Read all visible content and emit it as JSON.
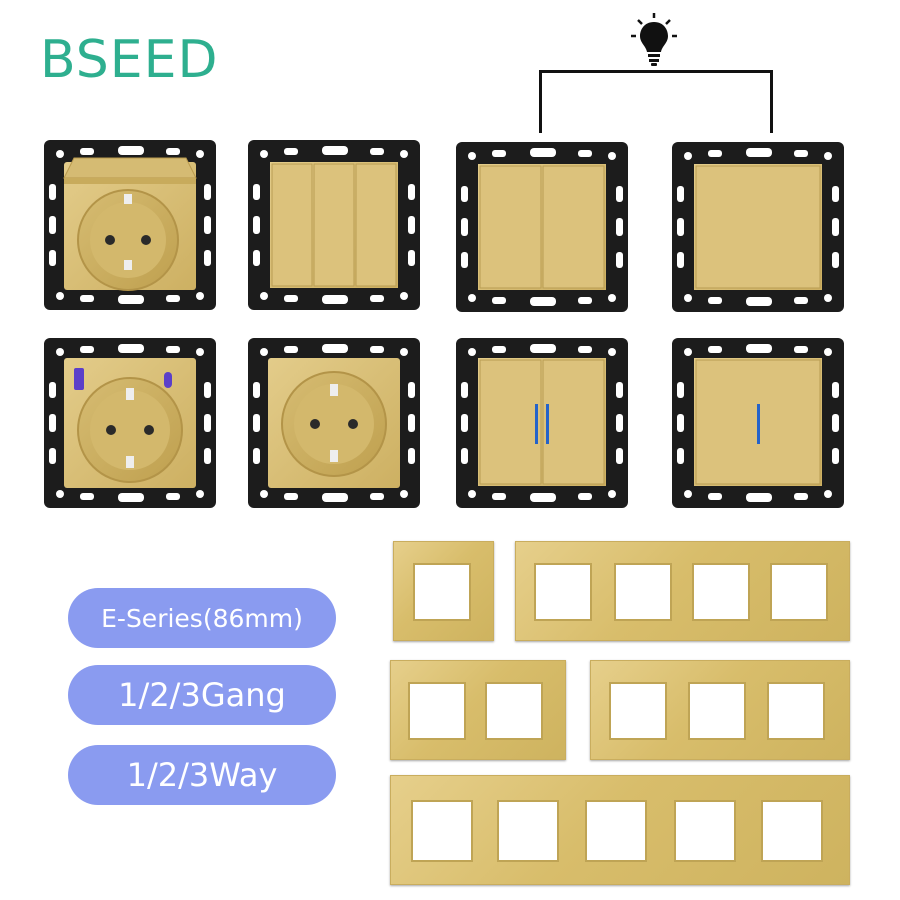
{
  "brand": {
    "name": "BSEED",
    "color": "#2eaf8f"
  },
  "tags": [
    {
      "label": "E-Series(86mm)"
    },
    {
      "label": "1/2/3Gang"
    },
    {
      "label": "1/2/3Way"
    }
  ],
  "colors": {
    "module_gold": "#d9c07a",
    "mount_frame": "#1c1c1c",
    "pill": "#8a9bf0",
    "indicator_blue": "#2563c9",
    "usb_a": "#5b3fc9"
  },
  "products": [
    {
      "type": "socket-with-hinged-cover"
    },
    {
      "type": "3-gang-switch"
    },
    {
      "type": "2-gang-2-way-switch"
    },
    {
      "type": "1-gang-2-way-switch"
    },
    {
      "type": "socket-with-usb-a-and-usb-c"
    },
    {
      "type": "socket"
    },
    {
      "type": "2-gang-switch-with-indicators"
    },
    {
      "type": "1-gang-switch-with-indicator"
    }
  ],
  "frames": [
    {
      "gangs": 1
    },
    {
      "gangs": 4
    },
    {
      "gangs": 2
    },
    {
      "gangs": 3
    },
    {
      "gangs": 5
    }
  ],
  "icons": {
    "light": "light-bulb-icon"
  }
}
